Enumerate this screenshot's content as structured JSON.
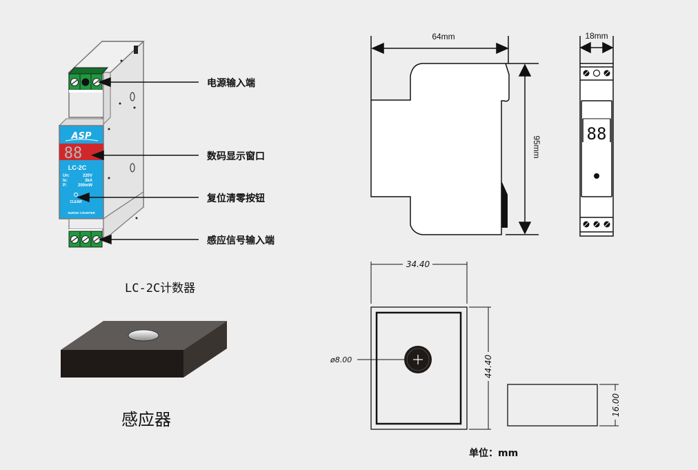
{
  "device": {
    "brand": "ASP",
    "display_digits": "88",
    "model": "LC-2C",
    "specs": [
      {
        "key": "Un:",
        "value": "220V"
      },
      {
        "key": "Is:",
        "value": "3kA"
      },
      {
        "key": "P:",
        "value": "200mW"
      }
    ],
    "clear_label": "CLEAR",
    "footer_label": "SURGE COUNTER"
  },
  "callouts": [
    {
      "label": "电源输入端"
    },
    {
      "label": "数码显示窗口"
    },
    {
      "label": "复位清零按钮"
    },
    {
      "label": "感应信号输入端"
    }
  ],
  "captions": {
    "counter": "LC-2C计数器",
    "sensor": "感应器"
  },
  "dimensions": {
    "side_width": "64mm",
    "side_height": "95mm",
    "front_width": "18mm",
    "front_display": "88",
    "sensor_width": "34.40",
    "sensor_height": "44.40",
    "sensor_hole": "ø8.00",
    "sensor_thickness": "16.00"
  },
  "unit_note": "单位：mm",
  "colors": {
    "background": "#eeeeee",
    "device_body": "#ededed",
    "terminal_green": "#1e9a3e",
    "panel_blue": "#1ea6e0",
    "display_red": "#d0282a",
    "sensor_dark": "#1f1a17"
  }
}
